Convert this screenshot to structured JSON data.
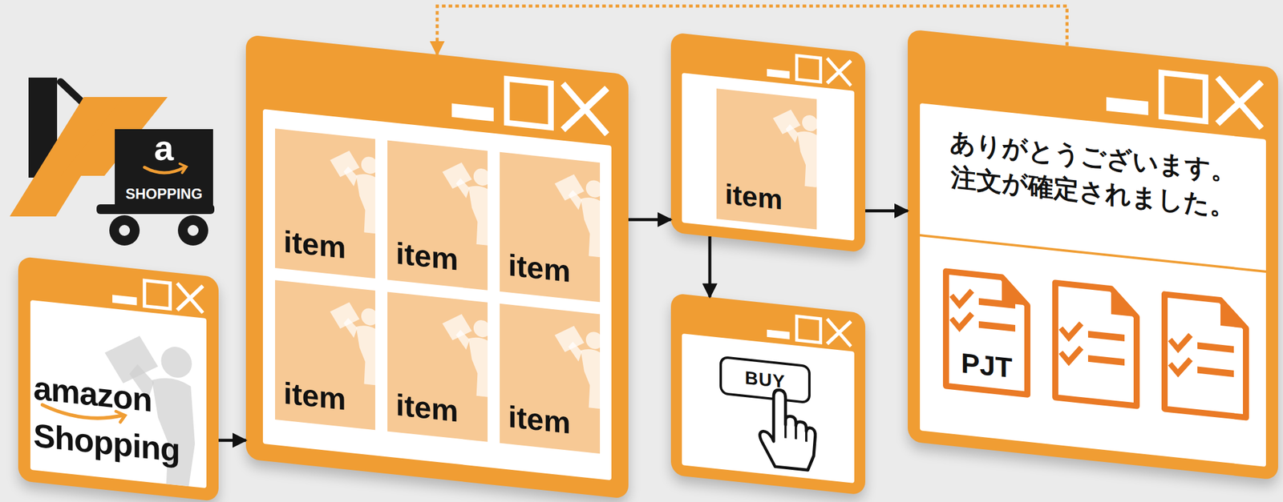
{
  "diagram": {
    "nodes": [
      {
        "text": [
          "amazon Shopping"
        ]
      },
      {
        "text": []
      },
      {
        "text": [
          "item"
        ],
        "in": 1
      },
      {
        "text": [
          "item"
        ],
        "in": 1
      },
      {
        "text": [
          "item"
        ],
        "in": 1
      },
      {
        "text": [
          "item"
        ],
        "in": 1
      },
      {
        "text": [
          "item"
        ],
        "in": 1
      },
      {
        "text": [
          "item"
        ],
        "in": 1
      },
      {
        "text": []
      },
      {
        "text": [
          "item"
        ],
        "in": 8
      },
      {
        "text": []
      },
      {
        "text": [
          "BUY"
        ],
        "in": 10
      },
      {
        "text": [
          "ありがとうございます。 注文が確定されました。"
        ]
      },
      {
        "text": [
          "PJT"
        ],
        "in": 12
      }
    ],
    "edges": [
      {
        "from": 0,
        "to": 1,
        "arrow": "to"
      },
      {
        "from": 1,
        "to": 8,
        "arrow": "to"
      },
      {
        "from": 8,
        "to": 10,
        "arrow": "to"
      },
      {
        "from": 8,
        "to": 12,
        "arrow": "to"
      },
      {
        "from": 12,
        "to": 1,
        "arrow": "to"
      }
    ],
    "labels": [
      "a",
      "SHOPPING"
    ]
  }
}
